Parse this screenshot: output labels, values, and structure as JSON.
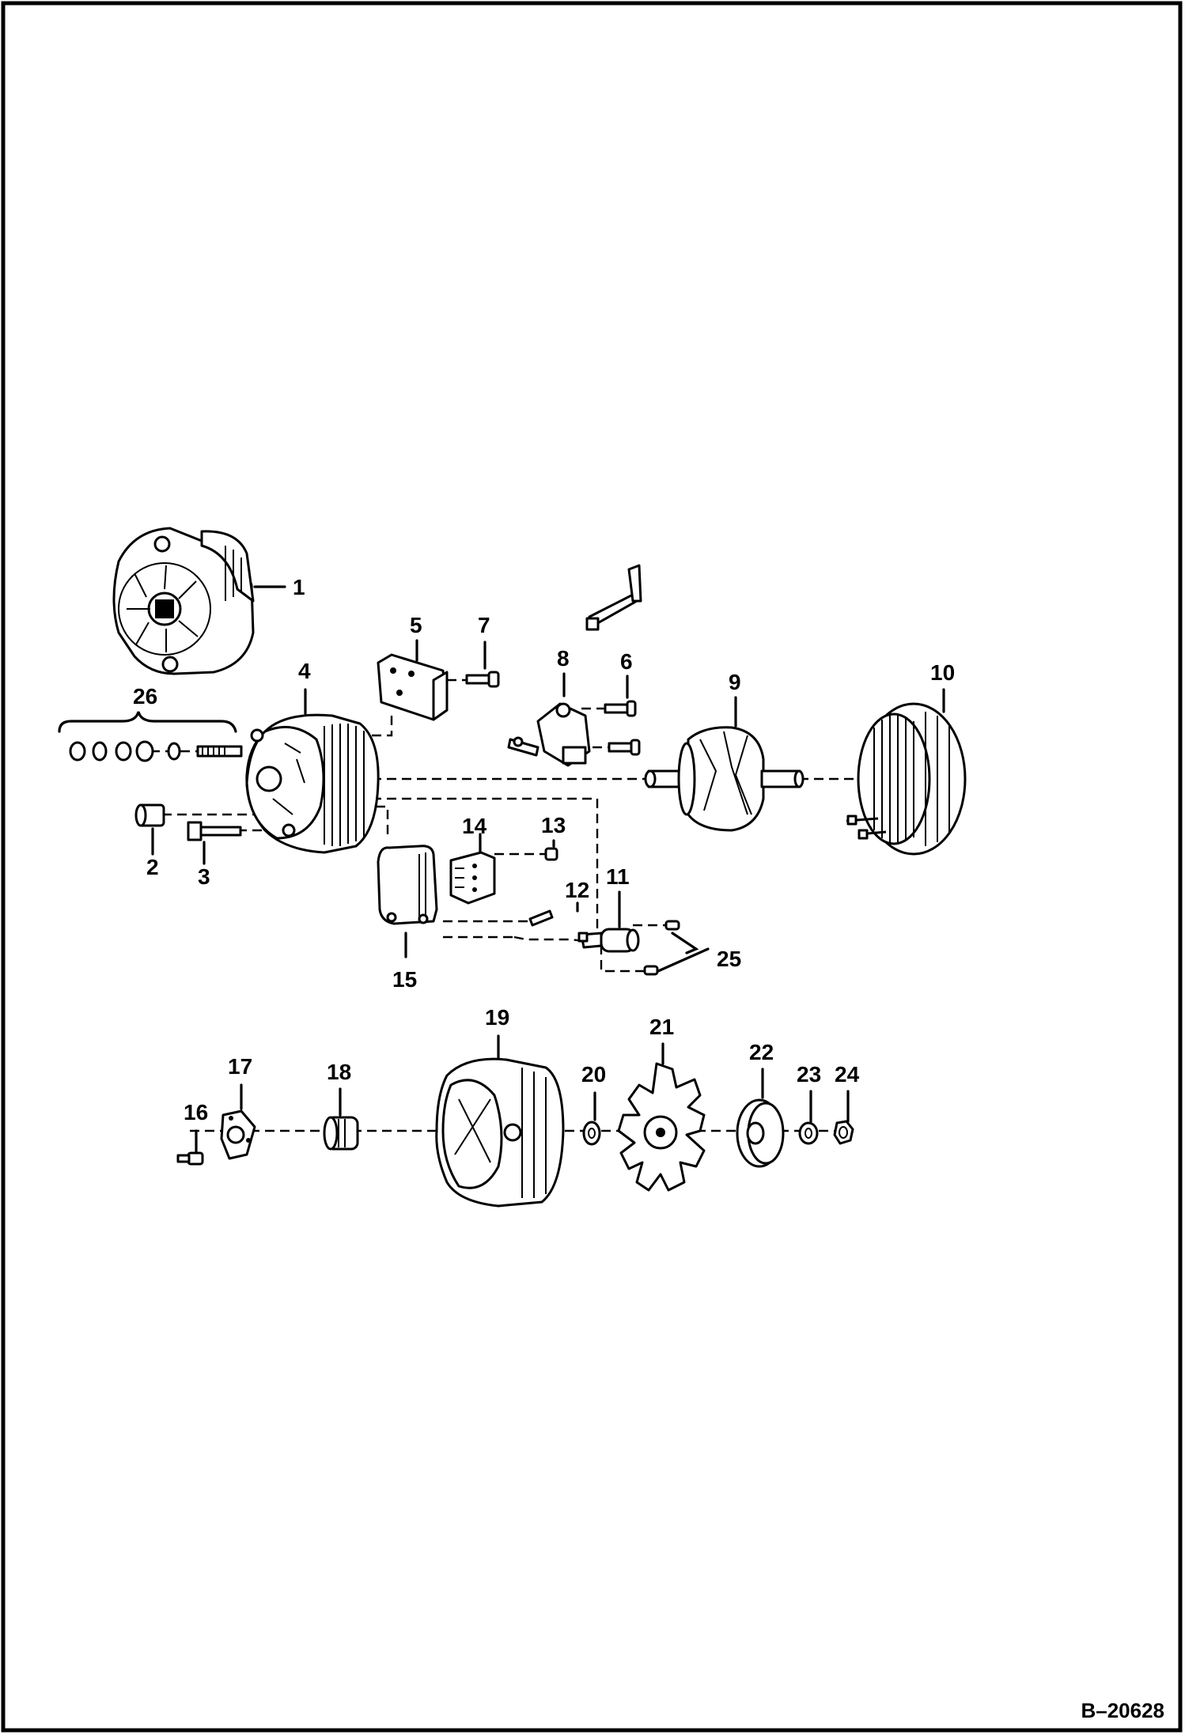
{
  "diagram": {
    "figure_code": "B–20628",
    "callouts": [
      "1",
      "2",
      "3",
      "4",
      "5",
      "6",
      "7",
      "8",
      "9",
      "10",
      "11",
      "12",
      "13",
      "14",
      "15",
      "16",
      "17",
      "18",
      "19",
      "20",
      "21",
      "22",
      "23",
      "24",
      "25",
      "26"
    ]
  }
}
